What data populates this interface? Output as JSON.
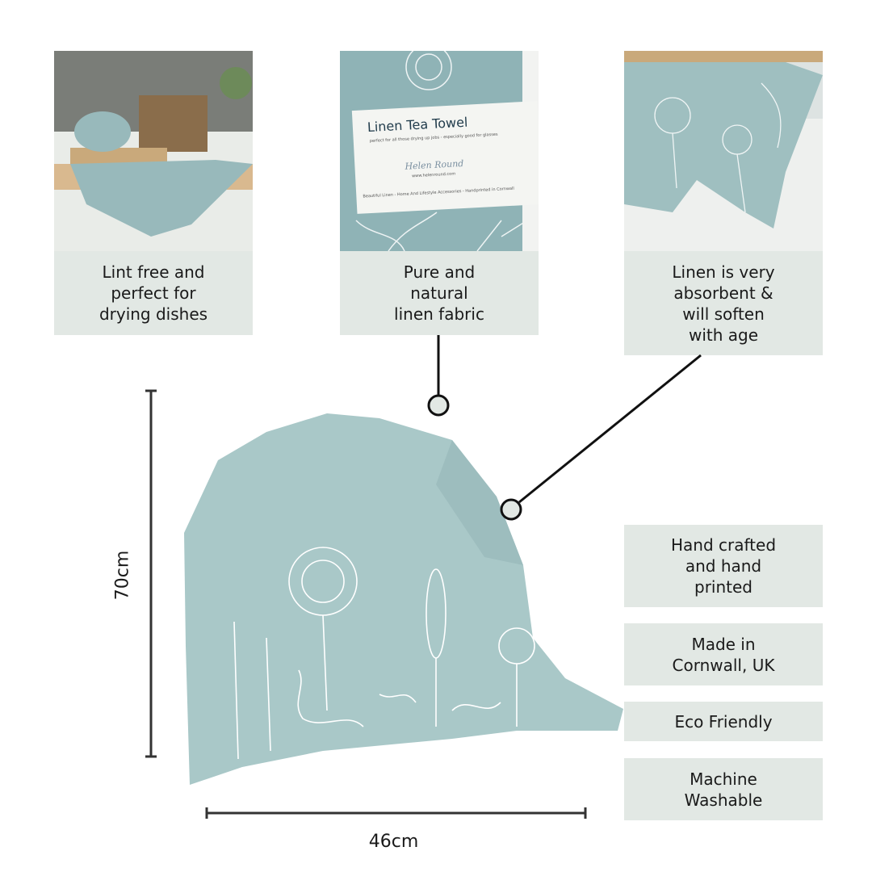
{
  "photos": [
    {
      "caption": "Lint free and\nperfect for\ndrying dishes"
    },
    {
      "caption": "Pure and\nnatural\nlinen fabric",
      "package": {
        "title": "Linen Tea Towel",
        "tagline": "perfect for all those drying up jobs - especially good for glasses",
        "brand": "Helen Round",
        "website": "www.helenround.com",
        "footer": "Beautiful Linen - Home And Lifestyle Accessories - Handprinted in Cornwall"
      }
    },
    {
      "caption": "Linen is very\nabsorbent &\nwill soften\nwith age"
    }
  ],
  "features": [
    "Hand crafted\nand hand\nprinted",
    "Made in\nCornwall, UK",
    "Eco Friendly",
    "Machine\nWashable"
  ],
  "dimensions": {
    "height": "70cm",
    "width": "46cm"
  },
  "colors": {
    "caption_bg": "#e2e8e4",
    "towel": "#a9c8c8",
    "print": "#ffffff"
  }
}
